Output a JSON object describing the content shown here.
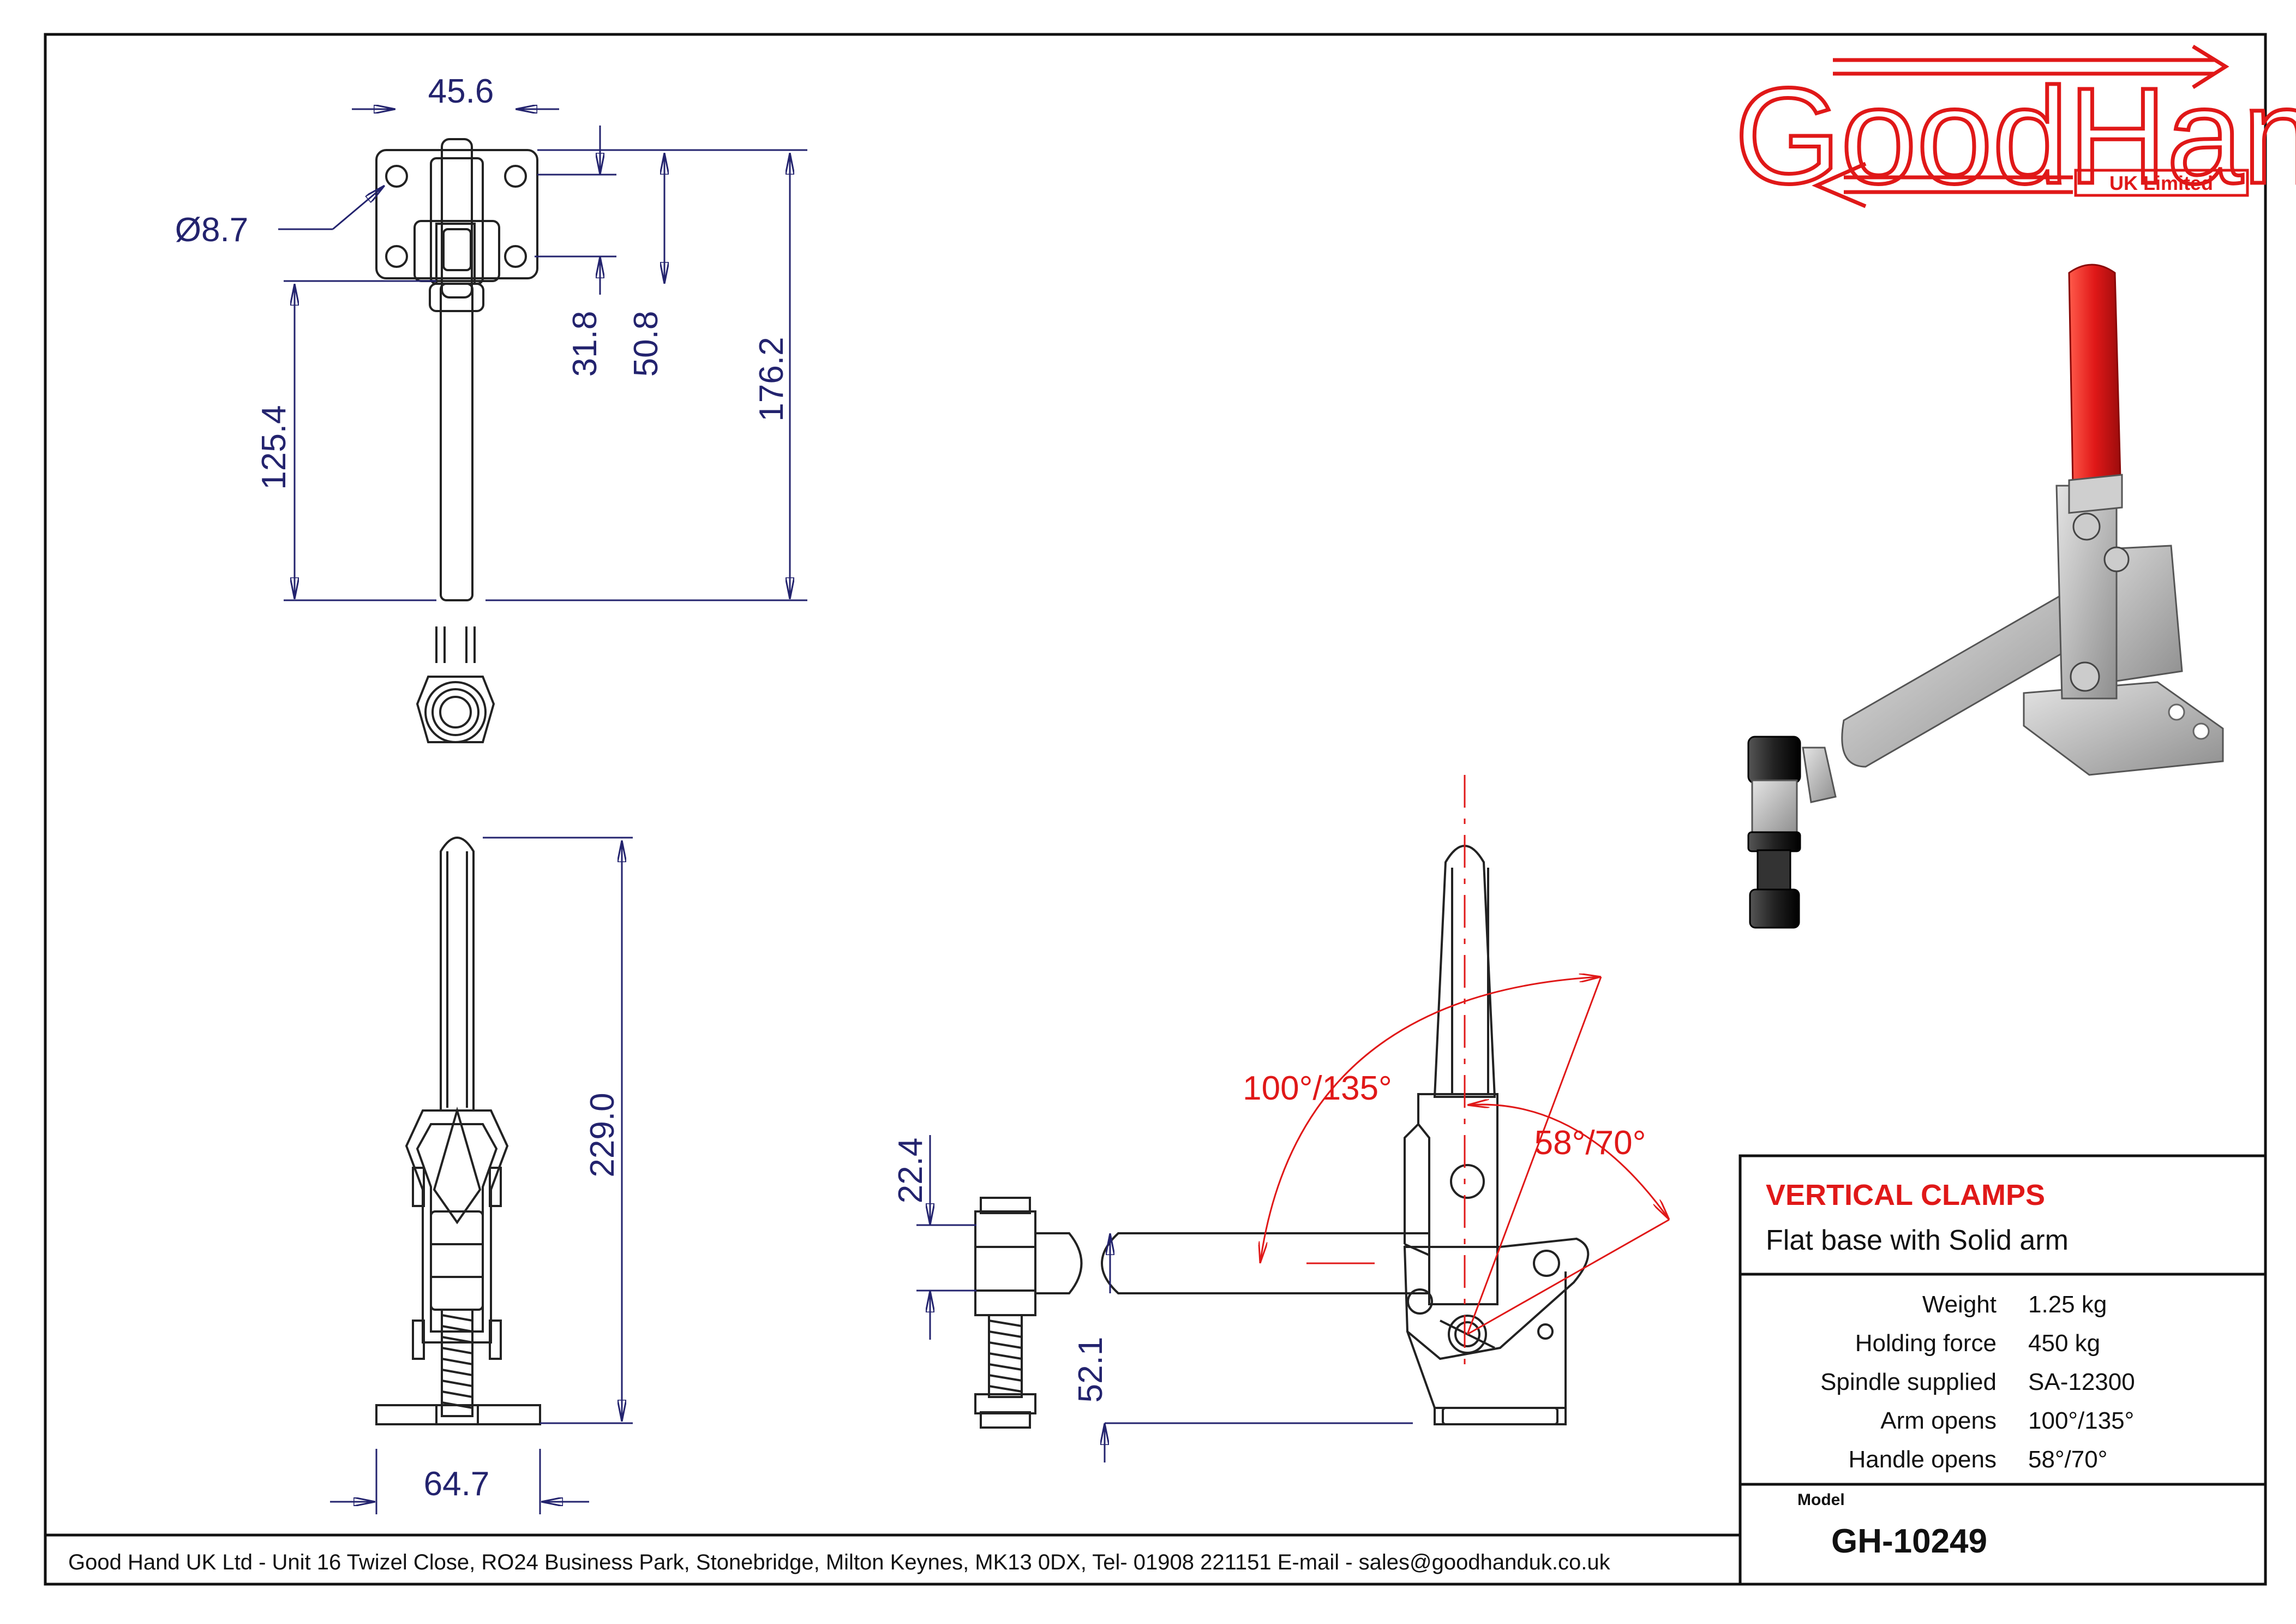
{
  "logo": {
    "brand": "GoodHand",
    "subtitle": "UK Limited",
    "color": "#e01818"
  },
  "dimensions": {
    "top_width": "45.6",
    "hole_dia": "Ø8.7",
    "d31_8": "31.8",
    "d50_8": "50.8",
    "d176_2": "176.2",
    "d125_4": "125.4",
    "d229_0": "229.0",
    "d64_7": "64.7",
    "d22_4": "22.4",
    "d52_1": "52.1"
  },
  "angles": {
    "arm": "100°/135°",
    "handle": "58°/70°"
  },
  "title_block": {
    "category": "VERTICAL CLAMPS",
    "description": "Flat base with Solid arm",
    "specs": [
      {
        "label": "Weight",
        "value": "1.25 kg"
      },
      {
        "label": "Holding force",
        "value": "450 kg"
      },
      {
        "label": "Spindle supplied",
        "value": "SA-12300"
      },
      {
        "label": "Arm opens",
        "value": "100°/135°"
      },
      {
        "label": "Handle opens",
        "value": "58°/70°"
      }
    ],
    "model_label": "Model",
    "model": "GH-10249"
  },
  "footer": "Good Hand UK Ltd  - Unit 16 Twizel Close, RO24 Business Park, Stonebridge, Milton Keynes, MK13 0DX,  Tel- 01908 221151  E-mail - sales@goodhanduk.co.uk",
  "colors": {
    "dimension": "#23236e",
    "accent": "#e01818",
    "line": "#111111"
  }
}
